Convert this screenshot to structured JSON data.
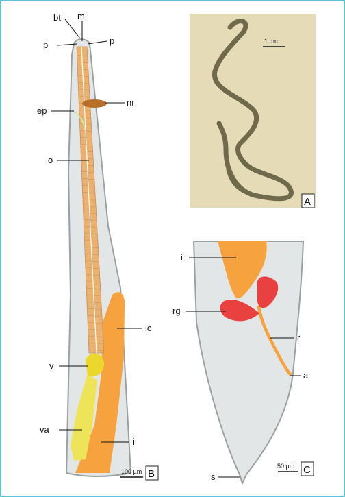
{
  "figure": {
    "border_color": "#5ec3cf",
    "panels": {
      "A": {
        "letter": "A",
        "scale_bar": "1 mm",
        "photo_bg": "#e6dbb7"
      },
      "B": {
        "letter": "B",
        "scale_bar": "100 µm"
      },
      "C": {
        "letter": "C",
        "scale_bar": "50 µm"
      }
    },
    "labels_B": {
      "bt": "bt",
      "m": "m",
      "p_left": "p",
      "p_right": "p",
      "nr": "nr",
      "ep": "ep",
      "o": "o",
      "ic": "ic",
      "v": "v",
      "va": "va",
      "i": "i"
    },
    "labels_C": {
      "i": "i",
      "rg": "rg",
      "r": "r",
      "a": "a",
      "s": "s"
    },
    "colors": {
      "body": "#e2e6e6",
      "body_outline": "#9aa1a1",
      "oesophagus": "#eab171",
      "nerve_ring": "#b6702a",
      "intestine": "#f6a33f",
      "valve": "#ecd82d",
      "vagina": "#eee45a",
      "rectal_gland": "#e8413f"
    }
  }
}
